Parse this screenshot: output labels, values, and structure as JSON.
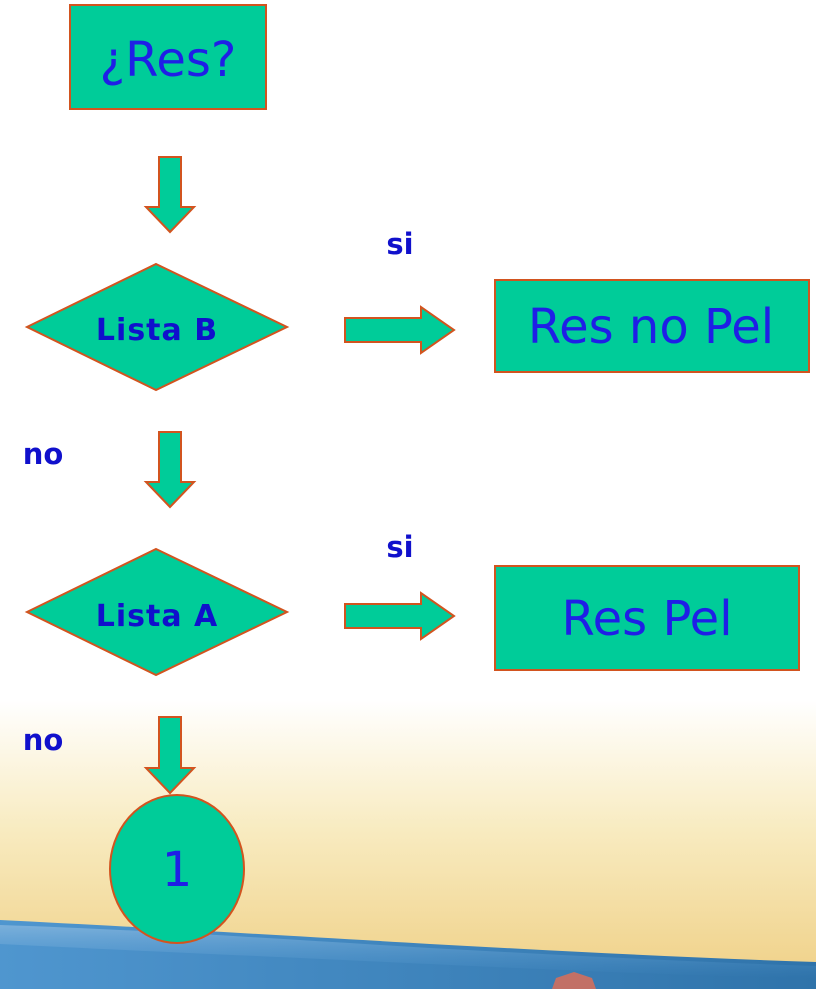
{
  "diagram": {
    "nodes": {
      "start": {
        "label": "¿Res?",
        "shape": "rectangle"
      },
      "lista_b": {
        "label": "Lista B",
        "shape": "diamond"
      },
      "res_no_pel": {
        "label": "Res no Pel",
        "shape": "rectangle"
      },
      "lista_a": {
        "label": "Lista A",
        "shape": "diamond"
      },
      "res_pel": {
        "label": "Res Pel",
        "shape": "rectangle"
      },
      "connector": {
        "label": "1",
        "shape": "circle"
      }
    },
    "edges": {
      "start_to_lista_b": {
        "label": ""
      },
      "lista_b_yes": {
        "label": "si"
      },
      "lista_b_no": {
        "label": "no"
      },
      "lista_a_yes": {
        "label": "si"
      },
      "lista_a_no": {
        "label": "no"
      }
    },
    "colors": {
      "node_fill": "#00cc99",
      "node_stroke": "#d2541f",
      "text_blue": "#1f1fe6",
      "label_blue": "#1010cc",
      "background_white": "#ffffff",
      "background_sand": "#f2d58d",
      "background_blue": "#4c8fc3"
    }
  }
}
